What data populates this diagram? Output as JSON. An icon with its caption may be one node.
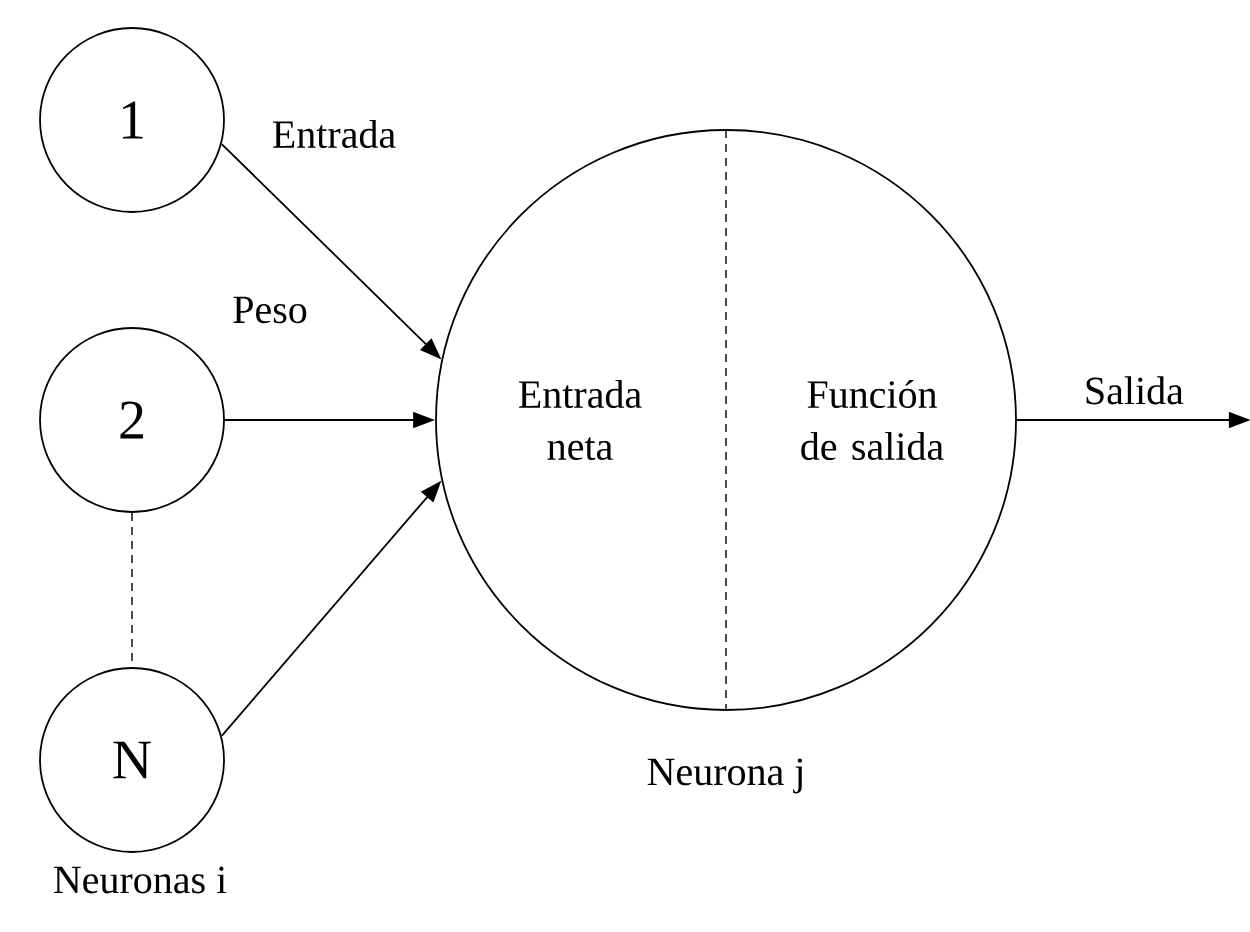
{
  "diagram": {
    "nodes": [
      {
        "text": [
          "1"
        ]
      },
      {
        "text": [
          "2"
        ]
      },
      {
        "text": [
          "N"
        ]
      },
      {
        "text": [
          "Entrada neta",
          "Función de salida"
        ],
        "beside": [
          "Neurona j"
        ]
      }
    ],
    "edges": [
      {
        "from": 0,
        "to": 3,
        "arrow": "to"
      },
      {
        "from": 1,
        "to": 3,
        "arrow": "to"
      },
      {
        "from": 2,
        "to": 3,
        "arrow": "to"
      },
      {
        "from": 1,
        "to": 2,
        "arrow": "none",
        "style": "dashed"
      },
      {
        "from": 3,
        "to": null,
        "arrow": "to",
        "label": "Salida"
      }
    ],
    "labels": [
      "Entrada",
      "Peso",
      "Neuronas i"
    ]
  }
}
